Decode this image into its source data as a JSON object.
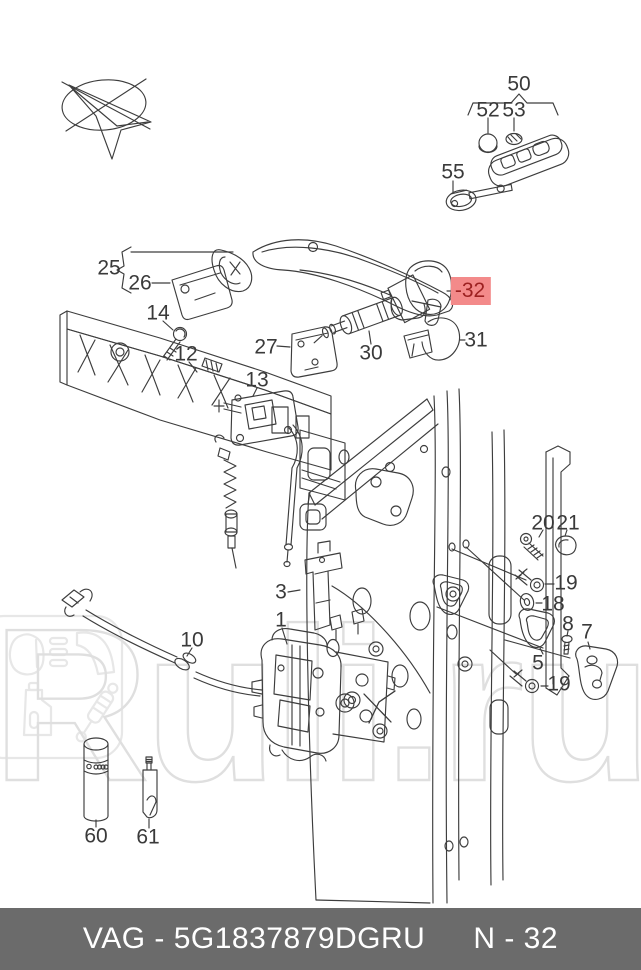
{
  "document": {
    "type": "exploded-parts-diagram",
    "subject": "door lock, handle and key components"
  },
  "brand": {
    "logo": "paper-plane-oval-logo"
  },
  "watermark": {
    "text": "Ruli.ru",
    "color": "#dfdfdf",
    "tile_icons": [
      "headlight-icon",
      "vent-slats-icon",
      "fender-icon",
      "oil-jug-icon",
      "shock-absorber-icon"
    ]
  },
  "diagram": {
    "line_color": "#3d3d3d",
    "highlight_bg": "#f38a8a",
    "highlight_text_color": "#9c2121",
    "highlighted_part": "32"
  },
  "part_labels": [
    {
      "id": "50",
      "text": "50"
    },
    {
      "id": "52",
      "text": "52"
    },
    {
      "id": "53",
      "text": "53"
    },
    {
      "id": "55",
      "text": "55"
    },
    {
      "id": "25",
      "text": "25"
    },
    {
      "id": "26",
      "text": "26"
    },
    {
      "id": "14",
      "text": "14"
    },
    {
      "id": "12",
      "text": "12"
    },
    {
      "id": "27",
      "text": "27"
    },
    {
      "id": "13",
      "text": "13"
    },
    {
      "id": "30",
      "text": "30"
    },
    {
      "id": "32",
      "text": "-32",
      "highlighted": true
    },
    {
      "id": "31",
      "text": "31"
    },
    {
      "id": "3",
      "text": "3"
    },
    {
      "id": "1",
      "text": "1"
    },
    {
      "id": "10",
      "text": "10"
    },
    {
      "id": "20",
      "text": "20"
    },
    {
      "id": "21",
      "text": "21"
    },
    {
      "id": "19a",
      "text": "19"
    },
    {
      "id": "18",
      "text": "18"
    },
    {
      "id": "8",
      "text": "8"
    },
    {
      "id": "7",
      "text": "7"
    },
    {
      "id": "5",
      "text": "5"
    },
    {
      "id": "19b",
      "text": "19"
    },
    {
      "id": "60",
      "text": "60"
    },
    {
      "id": "61",
      "text": "61"
    }
  ],
  "footer": {
    "catalog_code": "VAG - 5G1837879DGRU",
    "page_ref": "N - 32",
    "bg": "#6b6b6b",
    "text_color": "#ffffff"
  }
}
